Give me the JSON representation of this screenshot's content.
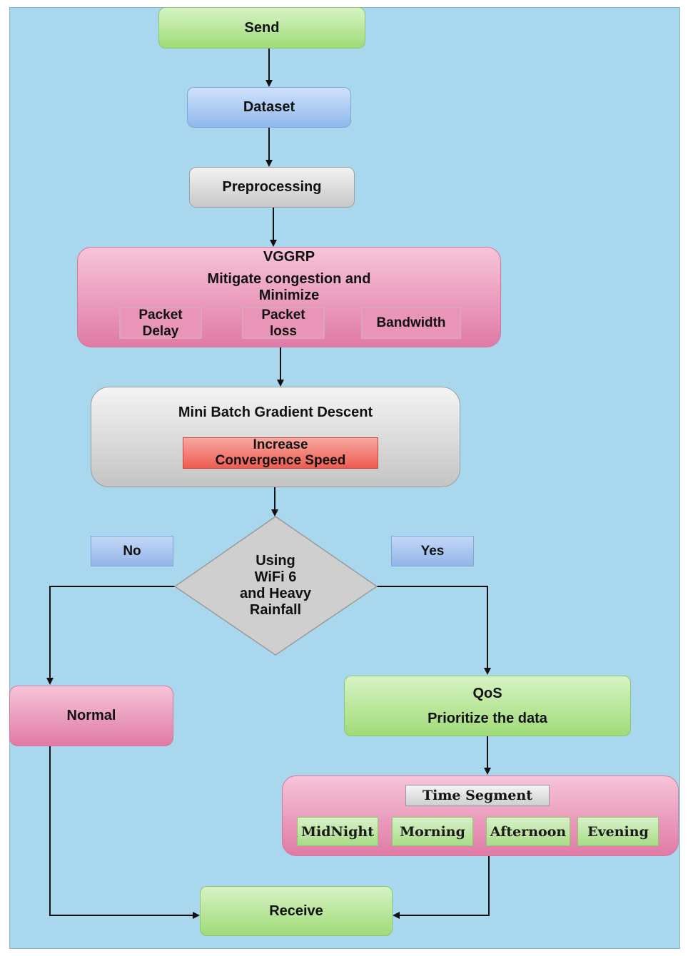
{
  "nodes": {
    "send": "Send",
    "dataset": "Dataset",
    "preprocessing": "Preprocessing",
    "vggrp": {
      "title": "VGGRP",
      "subtitle_line1": "Mitigate congestion and",
      "subtitle_line2": "Minimize",
      "items": [
        {
          "line1": "Packet",
          "line2": "Delay"
        },
        {
          "line1": "Packet",
          "line2": "loss"
        },
        {
          "line1": "Bandwidth",
          "line2": ""
        }
      ]
    },
    "mbgd": {
      "title": "Mini Batch Gradient Descent",
      "inner_line1": "Increase",
      "inner_line2": "Convergence Speed"
    },
    "decision": {
      "line1": "Using",
      "line2": "WiFi 6",
      "line3": "and Heavy",
      "line4": "Rainfall"
    },
    "no_label": "No",
    "yes_label": "Yes",
    "normal": "Normal",
    "qos": {
      "line1": "QoS",
      "line2": "Prioritize the data"
    },
    "time_segment": {
      "title": "Time Segment",
      "segments": [
        "MidNight",
        "Morning",
        "Afternoon",
        "Evening"
      ]
    },
    "receive": "Receive"
  },
  "colors": {
    "background": "#a9d8ee",
    "green": "#9fdb78",
    "blue": "#8fb8ec",
    "gray": "#c8c8c8",
    "pink": "#e07aa6",
    "red": "#ef5f55"
  }
}
